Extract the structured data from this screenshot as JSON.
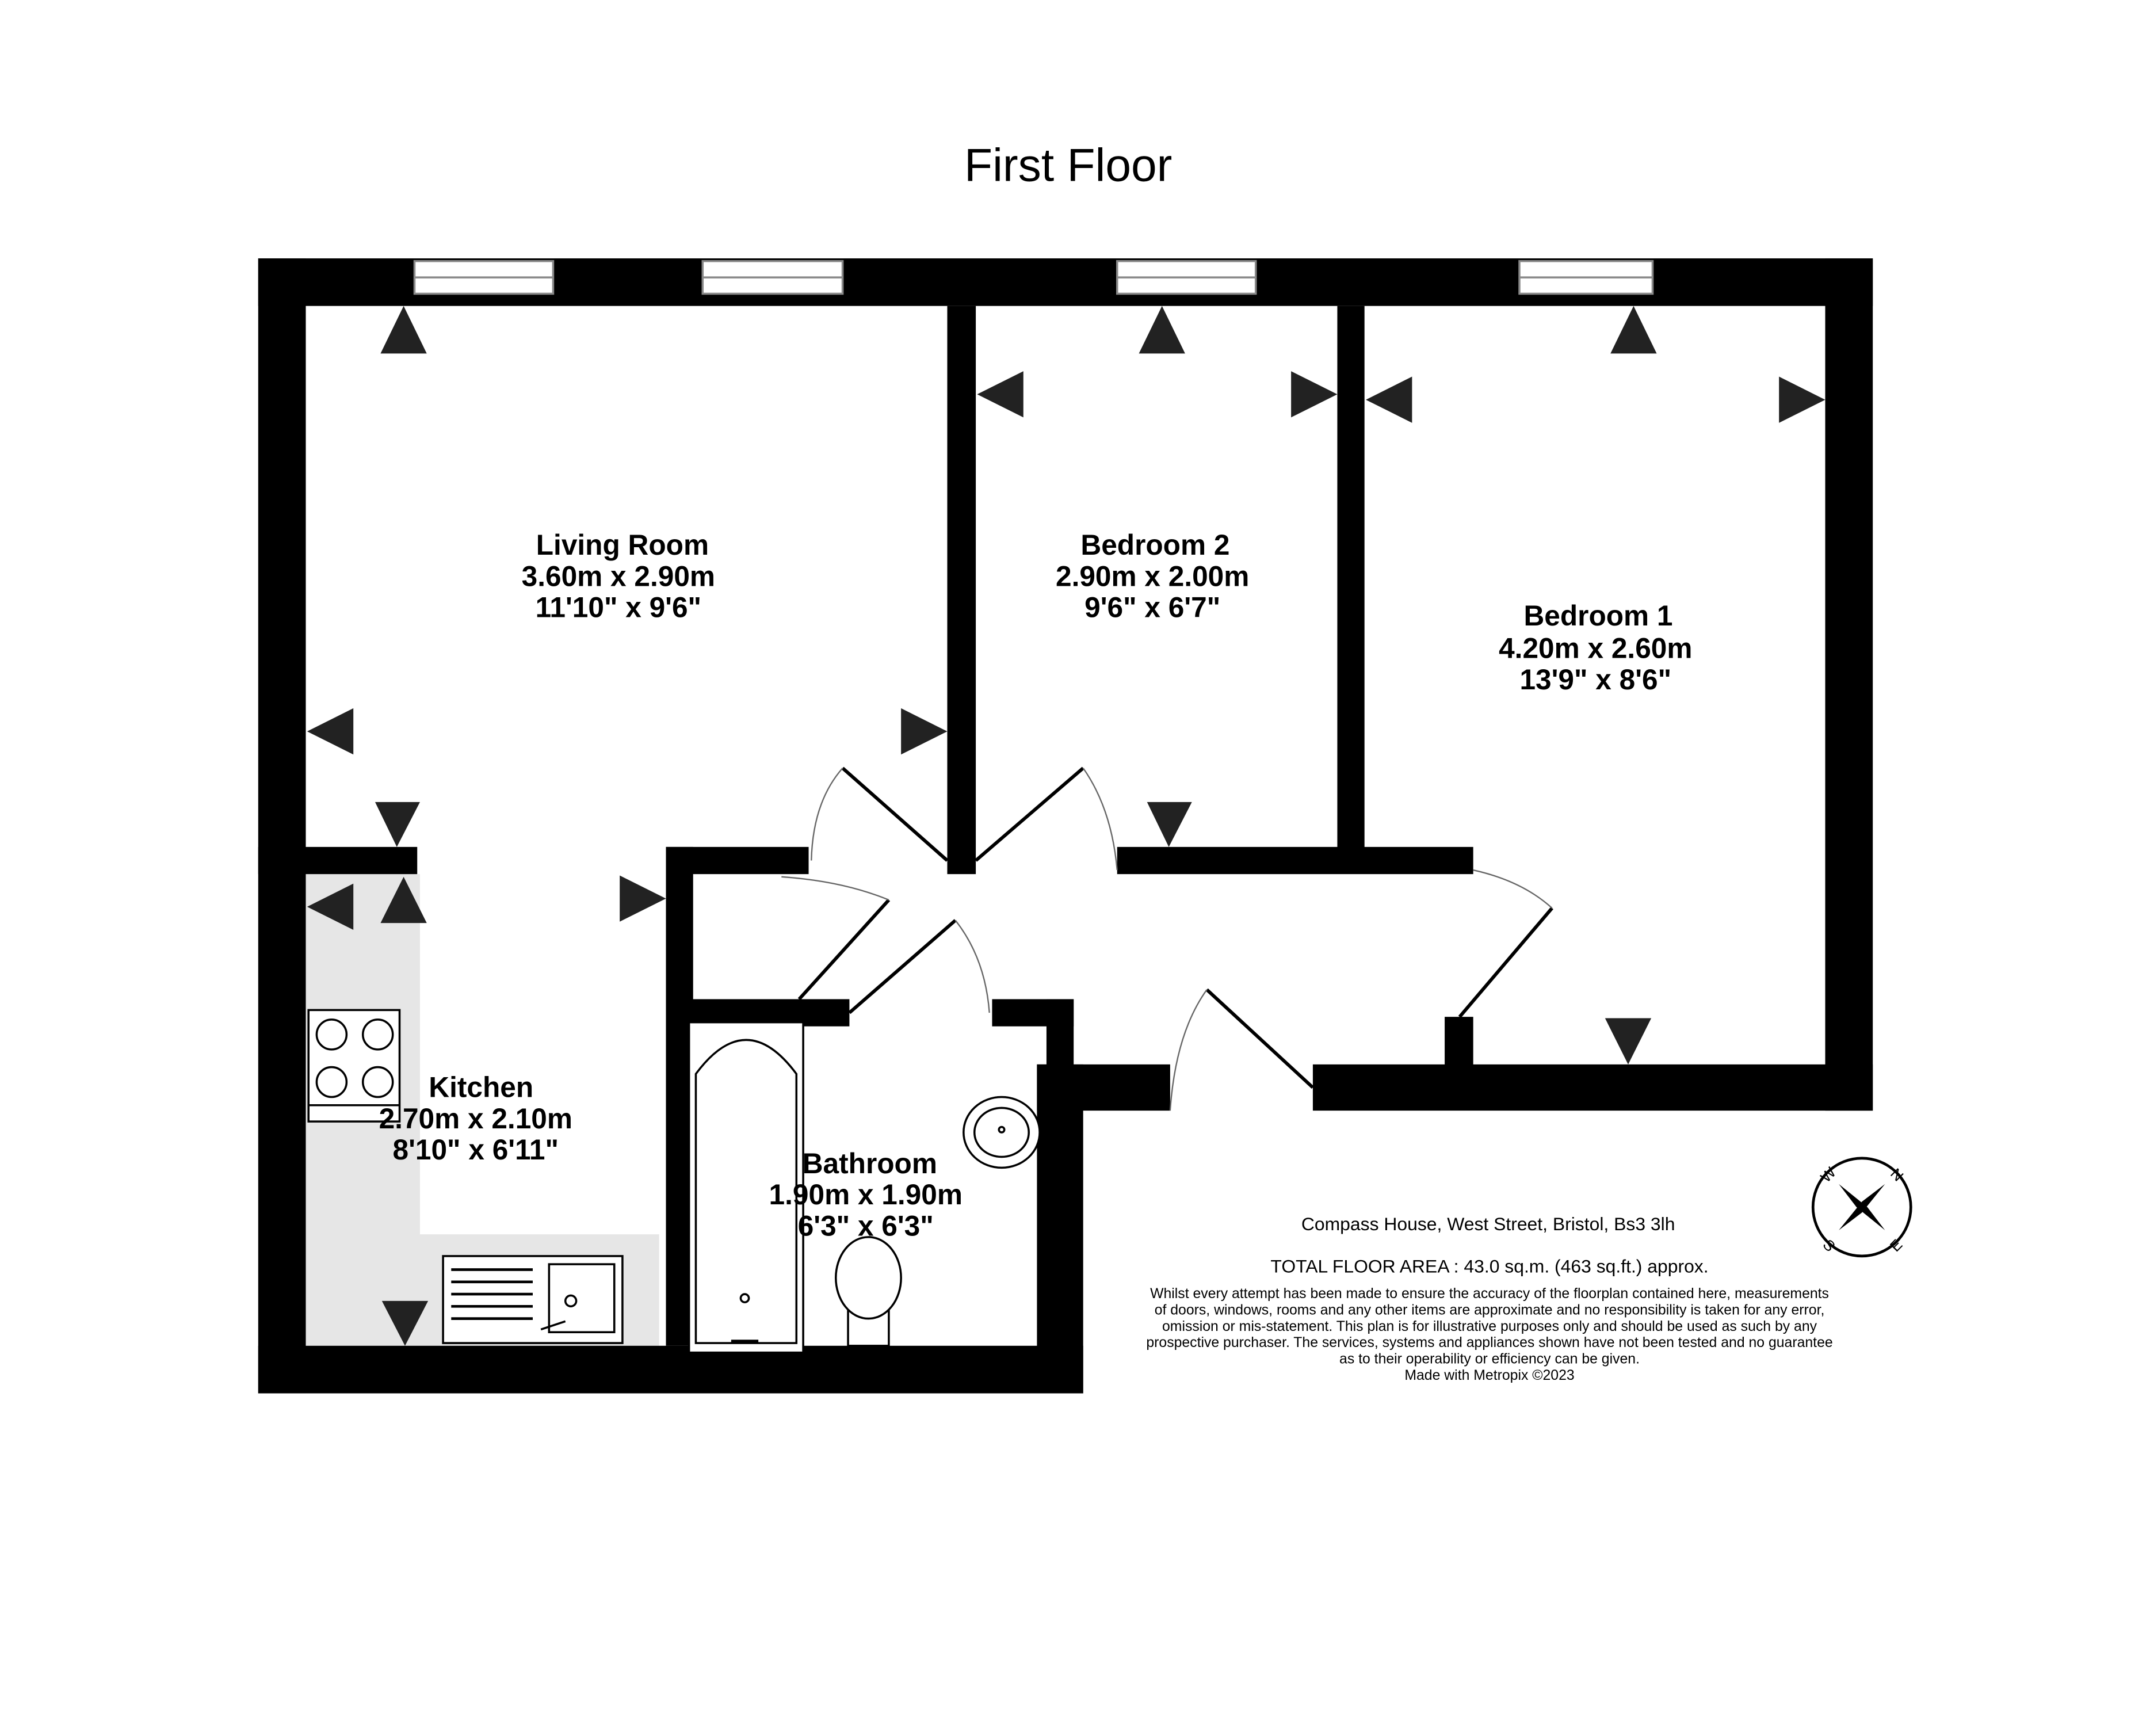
{
  "title": "First Floor",
  "rooms": {
    "living_room": {
      "name": "Living Room",
      "metric": "3.60m  x 2.90m",
      "imperial": "11'10\"  x 9'6\""
    },
    "bedroom_2": {
      "name": "Bedroom 2",
      "metric": "2.90m  x 2.00m",
      "imperial": "9'6\"  x 6'7\""
    },
    "bedroom_1": {
      "name": "Bedroom 1",
      "metric": "4.20m  x 2.60m",
      "imperial": "13'9\"  x 8'6\""
    },
    "kitchen": {
      "name": "Kitchen",
      "metric": "2.70m  x 2.10m",
      "imperial": "8'10\"  x 6'11\""
    },
    "bathroom": {
      "name": "Bathroom",
      "metric": "1.90m  x 1.90m",
      "imperial": "6'3\"  x 6'3\""
    }
  },
  "info": {
    "address": "Compass House, West Street, Bristol, Bs3 3lh",
    "total_area": "TOTAL FLOOR AREA : 43.0 sq.m. (463 sq.ft.) approx.",
    "disclaimer": [
      "Whilst every attempt has been made to ensure the accuracy of the floorplan contained here, measurements",
      "of doors, windows, rooms and any other items are approximate and no responsibility is taken for any error,",
      "omission or mis-statement. This plan is for illustrative purposes only and should be used as such by any",
      "prospective purchaser. The services, systems and appliances shown have not been tested and no guarantee",
      "as to their operability or efficiency can be given."
    ],
    "credit": "Made with Metropix ©2023"
  },
  "compass": {
    "n": "N",
    "e": "E",
    "s": "S",
    "w": "W"
  },
  "colors": {
    "wall": "#000000",
    "counter": "#e6e6e6",
    "arrow": "#222222"
  }
}
